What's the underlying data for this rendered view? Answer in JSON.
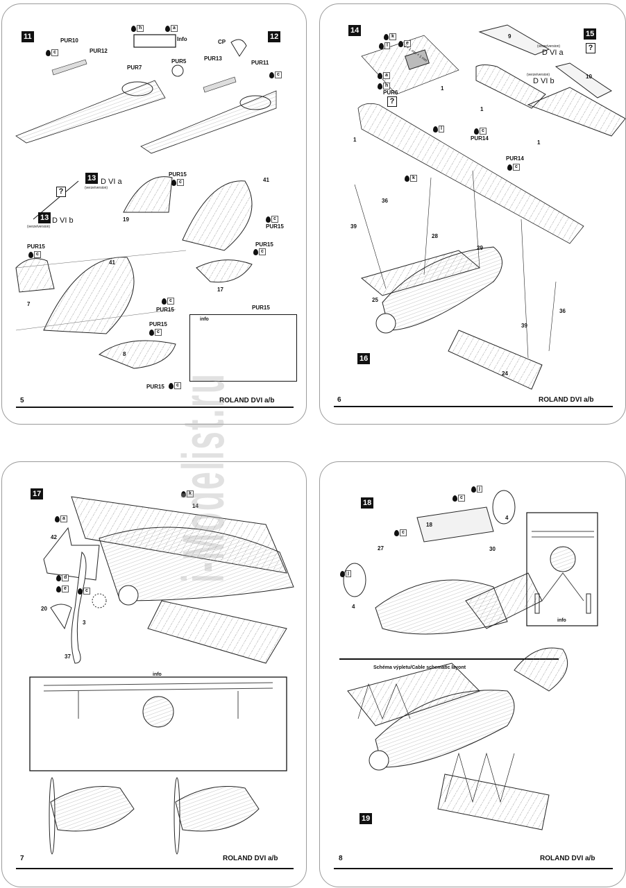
{
  "title": "ROLAND DVI a/b",
  "pages": [
    {
      "number": "5",
      "footer": "ROLAND DVI a/b",
      "steps": [
        "11",
        "12",
        "13",
        "13"
      ],
      "parts": [
        "PUR10",
        "PUR12",
        "PUR7",
        "PUR5",
        "CP",
        "PUR13",
        "PUR11",
        "PUR15",
        "19",
        "41",
        "PUR15",
        "PUR15",
        "41",
        "17",
        "PUR15",
        "7",
        "PUR15",
        "PUR15",
        "8",
        "PUR15"
      ],
      "paints": [
        "c",
        "h",
        "a",
        "c",
        "c",
        "c",
        "c",
        "c",
        "c",
        "c"
      ],
      "info": [
        "Info",
        "info"
      ],
      "versions": {
        "a": "D VI a",
        "b": "D VI b",
        "label": "(verze/version)"
      },
      "question": "?"
    },
    {
      "number": "6",
      "footer": "ROLAND DVI a/b",
      "steps": [
        "14",
        "15",
        "16"
      ],
      "parts": [
        "PUR6",
        "1",
        "9",
        "10",
        "1",
        "1",
        "1",
        "PUR14",
        "PUR14",
        "36",
        "39",
        "28",
        "29",
        "25",
        "39",
        "36",
        "24"
      ],
      "paints": [
        "k",
        "l",
        "e",
        "a",
        "h",
        "l",
        "c",
        "c",
        "k"
      ],
      "dimension": "2 × 1 mm × 1 mm",
      "versions": {
        "a": "D VI a",
        "b": "D VI b",
        "label": "(verze/version)"
      },
      "question": "?"
    },
    {
      "number": "7",
      "footer": "ROLAND DVI a/b",
      "steps": [
        "17"
      ],
      "parts": [
        "14",
        "42",
        "20",
        "3",
        "37"
      ],
      "paints": [
        "k",
        "a",
        "d",
        "e",
        "c"
      ],
      "info": [
        "info"
      ]
    },
    {
      "number": "8",
      "footer": "ROLAND DVI a/b",
      "steps": [
        "18",
        "19"
      ],
      "parts": [
        "18",
        "4",
        "27",
        "30",
        "4"
      ],
      "paints": [
        "j",
        "c",
        "c",
        "j"
      ],
      "info": [
        "info"
      ],
      "schema_title": "Schéma výpletu/Cable schematic layont"
    }
  ],
  "watermark": "i-Modelist.ru"
}
